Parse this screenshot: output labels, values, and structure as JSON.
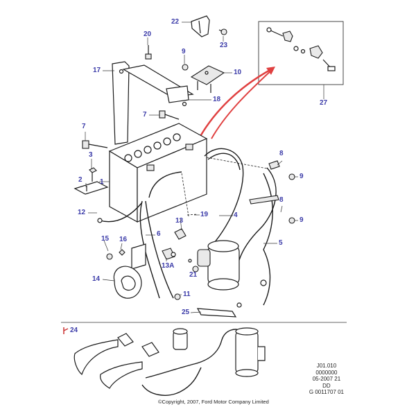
{
  "callouts": {
    "c1": "1",
    "c2": "2",
    "c3": "3",
    "c4": "4",
    "c5": "5",
    "c6": "6",
    "c7a": "7",
    "c7b": "7",
    "c8a": "8",
    "c8b": "8",
    "c9a": "9",
    "c9b": "9",
    "c9c": "9",
    "c10": "10",
    "c11": "11",
    "c12": "12",
    "c13": "13",
    "c13a": "13A",
    "c14": "14",
    "c15": "15",
    "c16": "16",
    "c17": "17",
    "c18": "18",
    "c19": "19",
    "c20": "20",
    "c21": "21",
    "c22": "22",
    "c23": "23",
    "c24": "24",
    "c25": "25",
    "c27": "27"
  },
  "meta": {
    "line1": "J01.010",
    "line2": "0000000",
    "line3": "05-2007 21",
    "line4": "DD",
    "line5": "G 0011707 01"
  },
  "copyright": "©Copyright, 2007, Ford Motor Company Limited",
  "colors": {
    "callout": "#3b3ba8",
    "highlight_arrow": "#e04040",
    "line_art": "#1a1a1a"
  }
}
